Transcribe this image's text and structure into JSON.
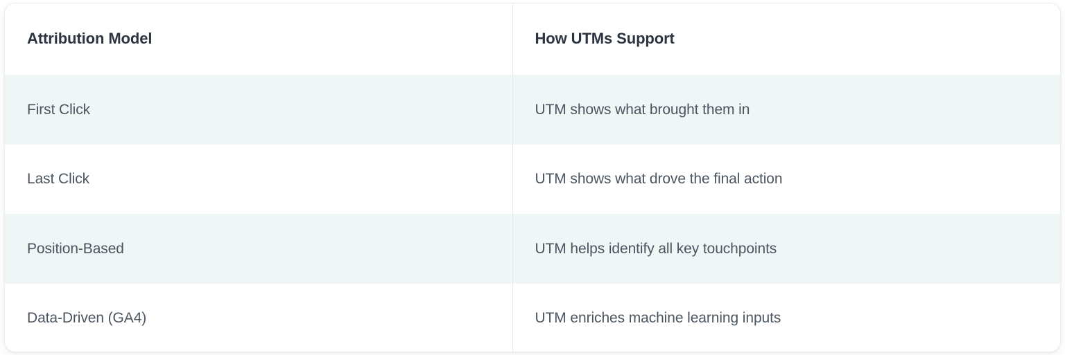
{
  "table": {
    "columns": [
      {
        "key": "model",
        "label": "Attribution Model"
      },
      {
        "key": "detail",
        "label": "How UTMs Support"
      }
    ],
    "rows": [
      {
        "model": "First Click",
        "detail": "UTM shows what brought them in"
      },
      {
        "model": "Last Click",
        "detail": "UTM shows what drove the final action"
      },
      {
        "model": "Position-Based",
        "detail": "UTM helps identify all key touchpoints"
      },
      {
        "model": "Data-Driven (GA4)",
        "detail": "UTM enriches machine learning inputs"
      }
    ]
  },
  "style": {
    "card_background": "#ffffff",
    "row_tint": "#f0f5f6",
    "divider": "#e4eaee",
    "header_text_color": "#2b3440",
    "body_text_color": "#4a5560",
    "card_border": "#e8edf0"
  }
}
